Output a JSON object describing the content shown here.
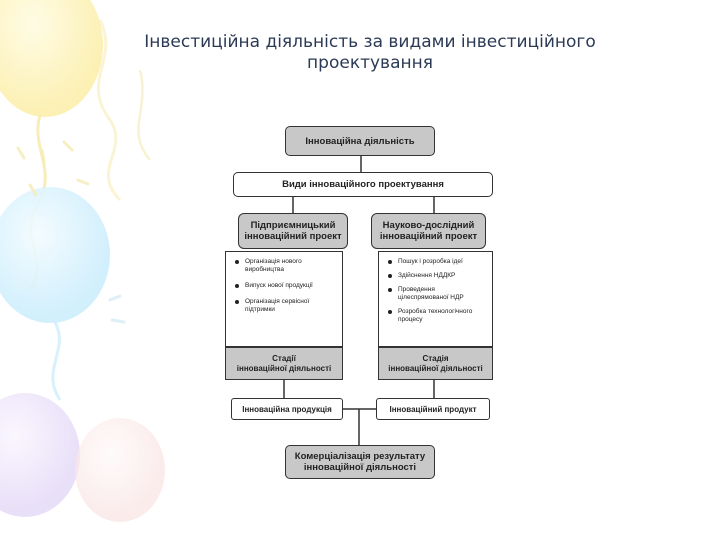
{
  "slide": {
    "title_line1": "Інвестиційна діяльність за видами інвестиційного",
    "title_line2": "проектування"
  },
  "diagram": {
    "top": "Інноваційна діяльність",
    "types": "Види інноваційного проектування",
    "left": {
      "heading_line1": "Підприємницький",
      "heading_line2": "інноваційний проект",
      "items": [
        "Організація нового виробництва",
        "Випуск нової продукції",
        "Організація сервісної підтримки"
      ],
      "stage_line1": "Стадії",
      "stage_line2": "інноваційної діяльності",
      "output": "Інноваційна продукція"
    },
    "right": {
      "heading_line1": "Науково-дослідний",
      "heading_line2": "інноваційний проект",
      "items": [
        "Пошук і розробка ідеї",
        "Здійснення НДДКР",
        "Проведення цілеспрямованої НДР",
        "Розробка технологічного процесу"
      ],
      "stage_line1": "Стадія",
      "stage_line2": "інноваційної діяльності",
      "output": "Інноваційний продукт"
    },
    "result_line1": "Комерціалізація результату",
    "result_line2": "інноваційної діяльності"
  }
}
